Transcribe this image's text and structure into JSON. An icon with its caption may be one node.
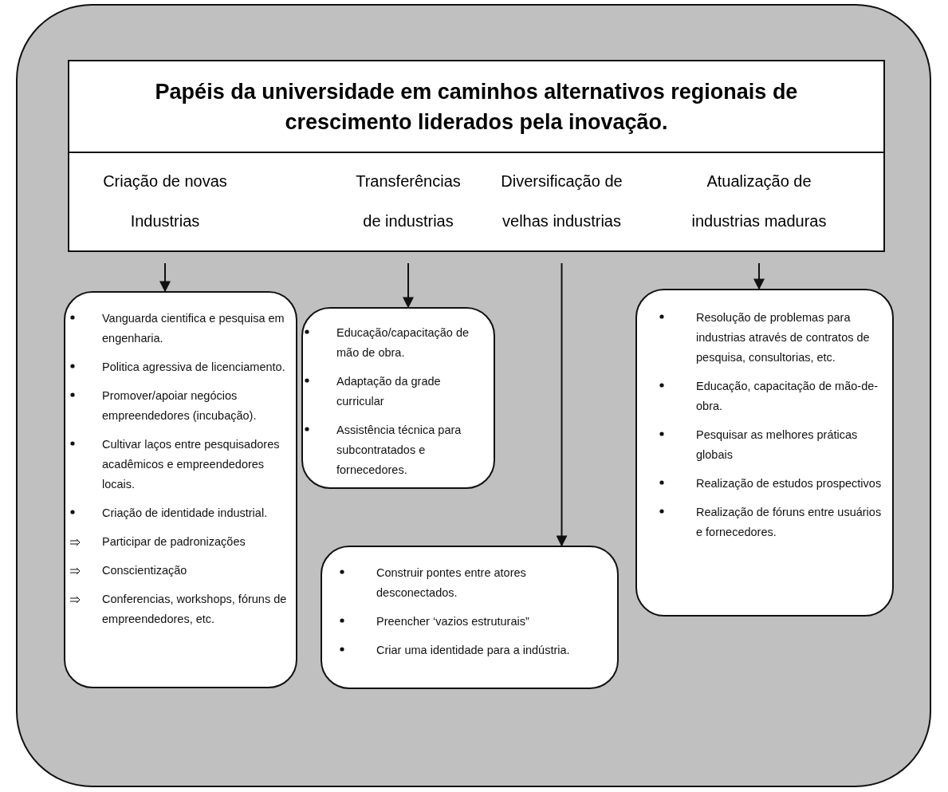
{
  "diagram": {
    "nodes": [
      {
        "text": [
          "Papéis da universidade em caminhos alternativos regionais de crescimento liderados pela inovação."
        ]
      },
      {
        "text": [],
        "shape": "box"
      },
      {
        "text": [
          "Criação de novas Industrias"
        ],
        "in": 1
      },
      {
        "text": [
          "Transferências de industrias"
        ],
        "in": 1
      },
      {
        "text": [
          "Diversificação de velhas industrias"
        ],
        "in": 1
      },
      {
        "text": [
          "Atualização de industrias maduras"
        ],
        "in": 1
      },
      {
        "text": [
          "Vanguarda cientifica e pesquisa em engenharia.",
          "Politica agressiva de licenciamento.",
          "Promover/apoiar negócios empreendedores (incubação).",
          "Cultivar laços entre pesquisadores acadêmicos e empreendedores locais.",
          "Criação de identidade industrial.",
          "Participar de padronizações",
          "Conscientização",
          "Conferencias, workshops, fóruns de empreendedores, etc."
        ]
      },
      {
        "text": [
          "Educação/capacitação de mão de obra.",
          "Adaptação da grade curricular",
          "Assistência técnica para subcontratados e fornecedores."
        ]
      },
      {
        "text": [
          "Construir pontes entre atores desconectados.",
          "Preencher ‘vazios estruturais”",
          "Criar uma identidade para a indústria."
        ]
      },
      {
        "text": [
          "Resolução de problemas para industrias através de contratos de pesquisa, consultorias, etc.",
          "Educação, capacitação de mão-de-obra.",
          "Pesquisar as melhores práticas globais",
          "Realização de estudos prospectivos",
          "Realização de fóruns entre usuários e fornecedores."
        ]
      }
    ],
    "edges": [
      {
        "from": 2,
        "to": 6,
        "arrow": "to"
      },
      {
        "from": 3,
        "to": 7,
        "arrow": "to"
      },
      {
        "from": 4,
        "to": 8,
        "arrow": "to"
      },
      {
        "from": 5,
        "to": 9,
        "arrow": "to"
      }
    ]
  }
}
